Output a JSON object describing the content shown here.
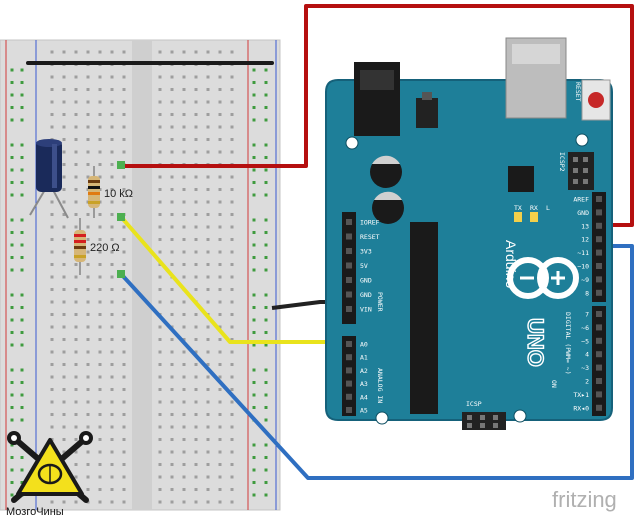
{
  "diagram": {
    "resistor_r1": "10 kΩ",
    "resistor_r2": "220 Ω",
    "board_model": "UNO",
    "board_brand": "Arduino",
    "tag_reset": "RESET",
    "tag_icsp2": "ICSP2",
    "tag_icsp": "ICSP",
    "tag_tx": "TX",
    "tag_rx": "RX",
    "tag_l": "L",
    "tag_on": "ON",
    "tag_power": "POWER",
    "tag_analog_in": "ANALOG IN",
    "tag_digital": "DIGITAL (PWM= ~)",
    "power_pins": [
      "IOREF",
      "RESET",
      "3V3",
      "5V",
      "GND",
      "GND",
      "VIN"
    ],
    "analog_pins": [
      "A0",
      "A1",
      "A2",
      "A3",
      "A4",
      "A5"
    ],
    "digital_pins_upper": [
      "AREF",
      "GND",
      "13",
      "12",
      "~11",
      "~10",
      "~9",
      "8"
    ],
    "digital_pins_lower": [
      "7",
      "~6",
      "~5",
      "4",
      "~3",
      "2",
      "TX▸1",
      "RX◂0"
    ]
  },
  "branding": {
    "logo_text": "МозгоЧины",
    "fritzing": "fritzing"
  },
  "colors": {
    "board": "#1e7f99",
    "wire_red": "#b50f0f",
    "wire_yellow": "#e9e31c",
    "wire_blue": "#2f6fc1",
    "wire_black": "#222222",
    "breadboard": "#dcdcdc"
  }
}
